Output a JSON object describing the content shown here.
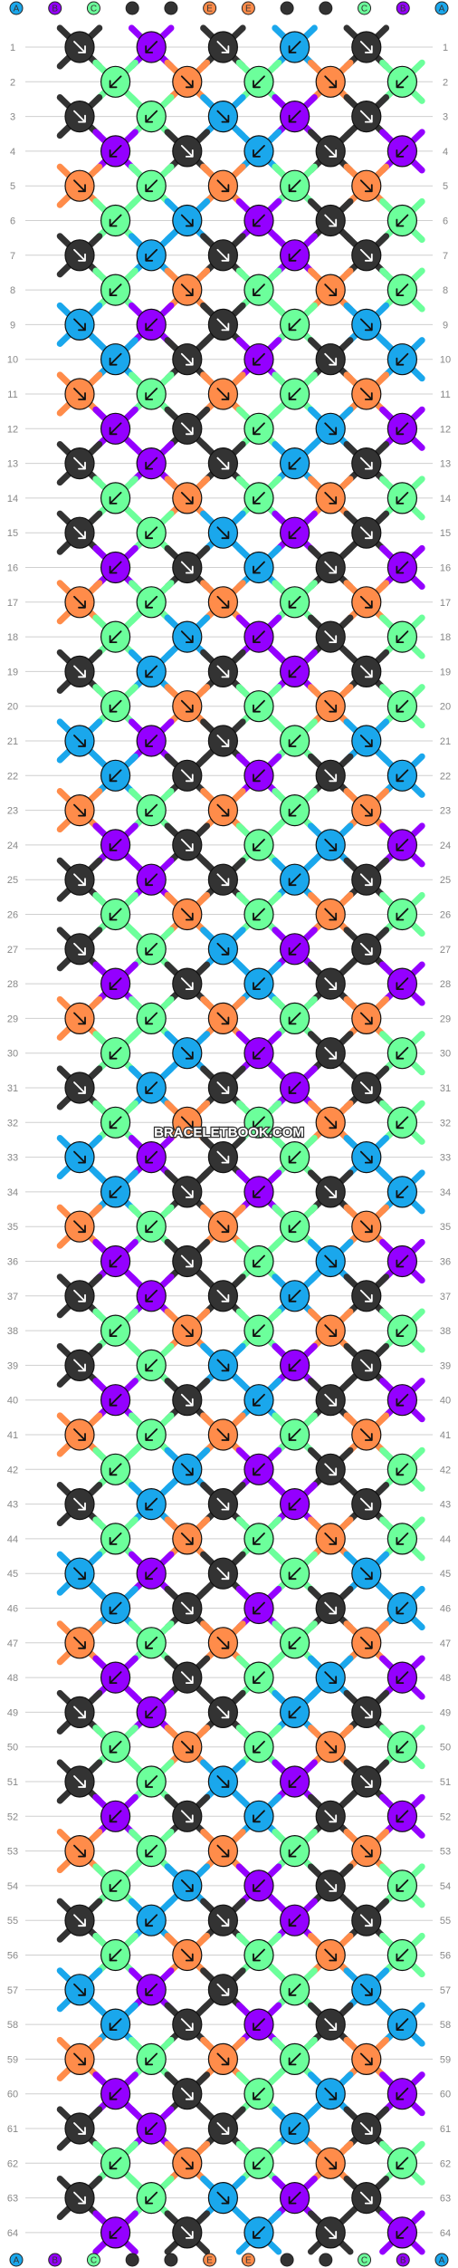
{
  "pattern": {
    "watermark": "BRACELETBOOK.COM",
    "strand_labels": [
      "A",
      "B",
      "C",
      "D",
      "D",
      "E",
      "E",
      "D",
      "D",
      "C",
      "B",
      "A"
    ],
    "colors": {
      "A": "#1aa7ec",
      "B": "#9400ff",
      "C": "#6cff9b",
      "D": "#333333",
      "E": "#ff8c4a"
    },
    "rows": [
      "1",
      "2",
      "3",
      "4",
      "5",
      "6",
      "7",
      "8",
      "9",
      "10",
      "11",
      "12",
      "13",
      "14",
      "15",
      "16",
      "17",
      "18",
      "19",
      "20",
      "21",
      "22",
      "23",
      "24",
      "25",
      "26",
      "27",
      "28",
      "29",
      "30",
      "31",
      "32",
      "33",
      "34",
      "35",
      "36",
      "37",
      "38",
      "39",
      "40",
      "41",
      "42",
      "43",
      "44",
      "45",
      "46",
      "47",
      "48",
      "49",
      "50",
      "51",
      "52",
      "53",
      "54",
      "55",
      "56",
      "57",
      "58",
      "59",
      "60",
      "61",
      "62",
      "63",
      "64"
    ]
  }
}
